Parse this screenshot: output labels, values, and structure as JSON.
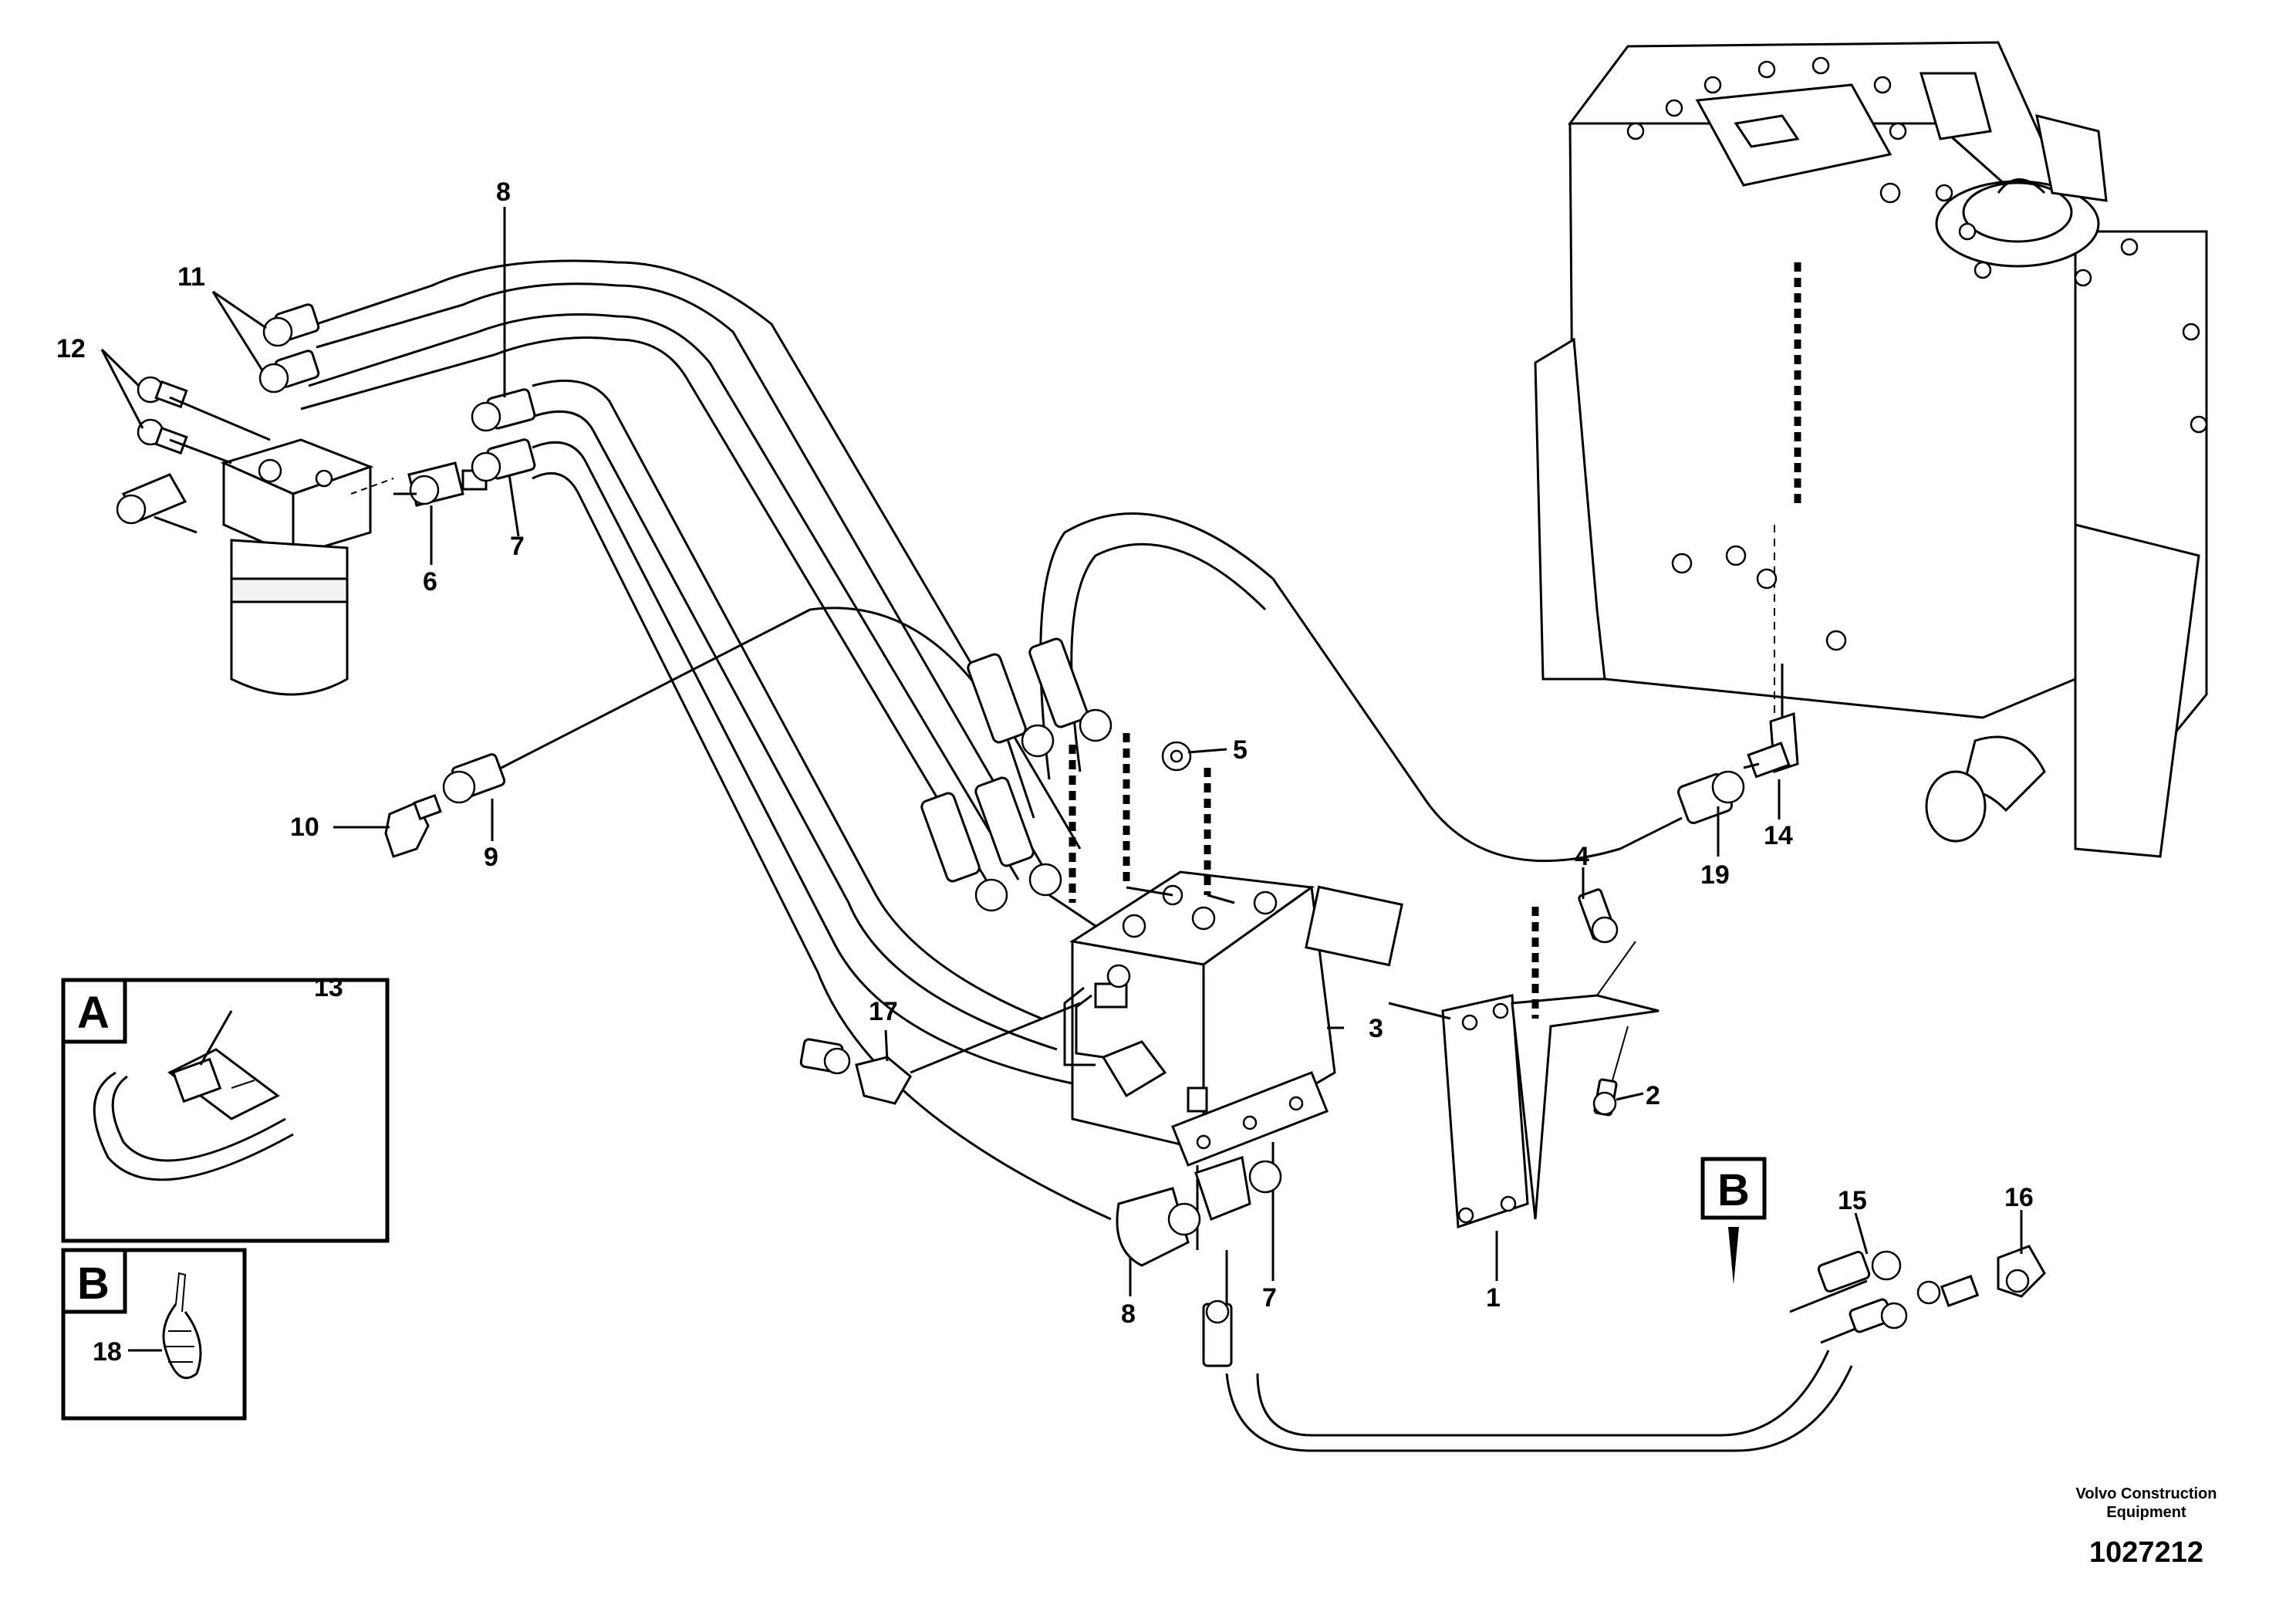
{
  "callouts": [
    {
      "id": "c1",
      "label": "1"
    },
    {
      "id": "c2",
      "label": "2"
    },
    {
      "id": "c3",
      "label": "3"
    },
    {
      "id": "c4",
      "label": "4"
    },
    {
      "id": "c5",
      "label": "5"
    },
    {
      "id": "c6",
      "label": "6"
    },
    {
      "id": "c7a",
      "label": "7"
    },
    {
      "id": "c7b",
      "label": "7"
    },
    {
      "id": "c8a",
      "label": "8"
    },
    {
      "id": "c8b",
      "label": "8"
    },
    {
      "id": "c9",
      "label": "9"
    },
    {
      "id": "c10",
      "label": "10"
    },
    {
      "id": "c11",
      "label": "11"
    },
    {
      "id": "c12",
      "label": "12"
    },
    {
      "id": "c13",
      "label": "13"
    },
    {
      "id": "c14",
      "label": "14"
    },
    {
      "id": "c15",
      "label": "15"
    },
    {
      "id": "c16",
      "label": "16"
    },
    {
      "id": "c17",
      "label": "17"
    },
    {
      "id": "c18",
      "label": "18"
    },
    {
      "id": "c19",
      "label": "19"
    }
  ],
  "insets": {
    "a_label": "A",
    "b_label": "B",
    "view_b_label": "B"
  },
  "footer": {
    "company_line1": "Volvo Construction",
    "company_line2": "Equipment",
    "drawing_number": "1027212"
  }
}
